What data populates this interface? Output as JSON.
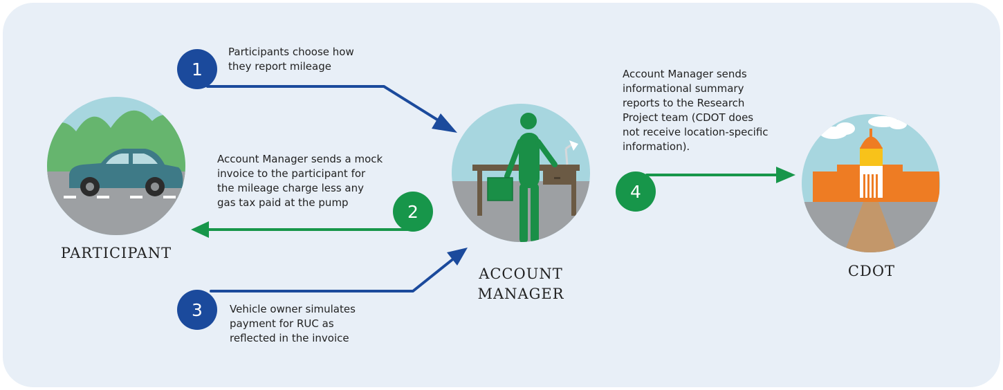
{
  "colors": {
    "background": "#e8eff7",
    "blue": "#1b4a9c",
    "green": "#17964a"
  },
  "nodes": {
    "participant": {
      "label": "PARTICIPANT"
    },
    "account_manager": {
      "label": "ACCOUNT\nMANAGER"
    },
    "cdot": {
      "label": "CDOT"
    }
  },
  "steps": [
    {
      "number": "1",
      "color": "blue",
      "text": "Participants choose how\nthey report mileage"
    },
    {
      "number": "2",
      "color": "green",
      "text": "Account Manager sends a mock\ninvoice to the participant for\nthe mileage charge less any\ngas tax paid at the pump"
    },
    {
      "number": "3",
      "color": "blue",
      "text": "Vehicle owner simulates\npayment for RUC as\nreflected in the invoice"
    },
    {
      "number": "4",
      "color": "green",
      "text": "Account Manager sends\ninformational summary\nreports to the Research\nProject team (CDOT does\nnot receive location-specific\ninformation)."
    }
  ]
}
